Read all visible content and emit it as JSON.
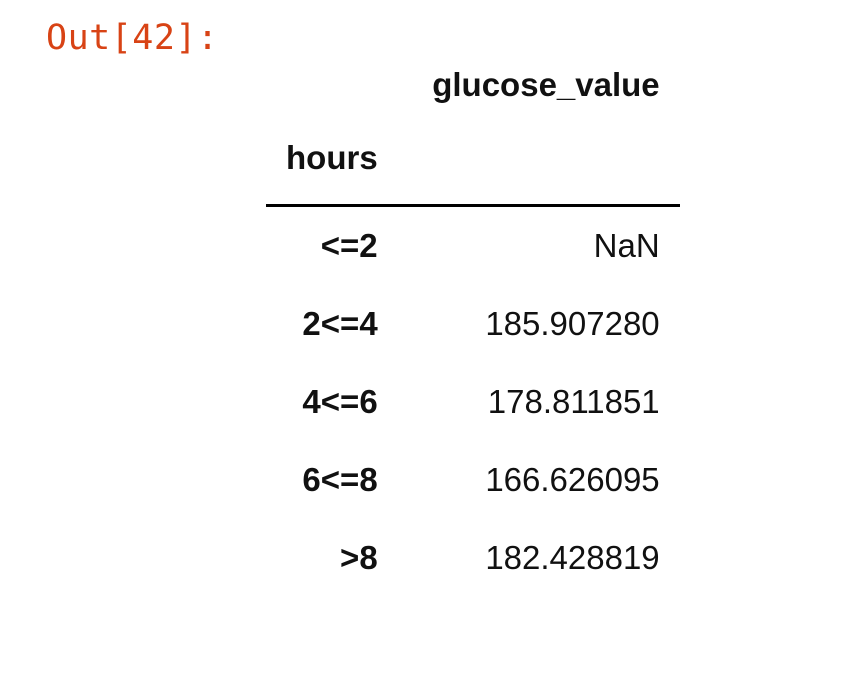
{
  "output": {
    "prompt": "Out[42]:"
  },
  "table": {
    "column_header": "glucose_value",
    "index_name": "hours",
    "rows": [
      {
        "label": "<=2",
        "value": "NaN"
      },
      {
        "label": "2<=4",
        "value": "185.907280"
      },
      {
        "label": "4<=6",
        "value": "178.811851"
      },
      {
        "label": "6<=8",
        "value": "166.626095"
      },
      {
        "label": ">8",
        "value": "182.428819"
      }
    ]
  }
}
